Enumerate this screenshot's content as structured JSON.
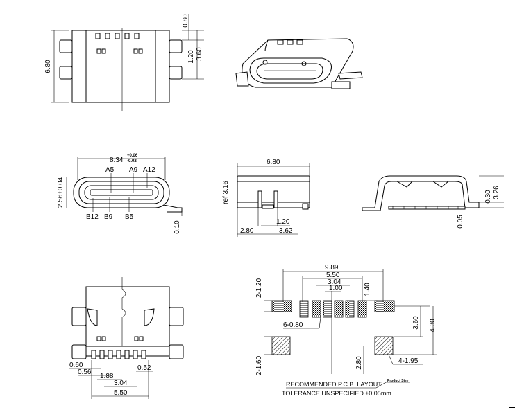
{
  "views": {
    "top": {
      "overall_height": "6.80",
      "top_offset": "0.80",
      "shell_dim": "3.60",
      "slot_dim": "1.20"
    },
    "front": {
      "width": "8.34",
      "width_tol_plus": "+0.06",
      "width_tol_minus": "-0.02",
      "pins_top": [
        "A5",
        "A9",
        "A12"
      ],
      "pins_bottom": [
        "B12",
        "B9",
        "B5"
      ],
      "height": "2.56±0.04",
      "foot": "0.10"
    },
    "side": {
      "length": "6.80",
      "ref_height": "ref 3.16",
      "pitch": "1.20",
      "offset": "2.80",
      "span": "3.62"
    },
    "rear": {
      "height_a": "0.30",
      "height_b": "3.26",
      "standoff": "0.05"
    },
    "bottom": {
      "dims": [
        "0.60",
        "0.56",
        "1.88",
        "0.52",
        "3.04",
        "5.50"
      ]
    },
    "pcb": {
      "overall": "9.89",
      "outer": "5.50",
      "mid": "3.04",
      "inner": "1.00",
      "pad_height": "1.40",
      "left_pads": "2-1.20",
      "signal_pads": "6-0.80",
      "pad_row": "3.60",
      "total_height": "4.30",
      "mount_pads": "2-1.60",
      "mount_offset": "2.80",
      "mount_holes": "4-1.95",
      "title": "RECOMMENDED  P.C.B. LAYOUT",
      "tolerance": "TOLERANCE UNSPECIFIED ±0.05mm",
      "board_tag": "Product Size"
    }
  }
}
